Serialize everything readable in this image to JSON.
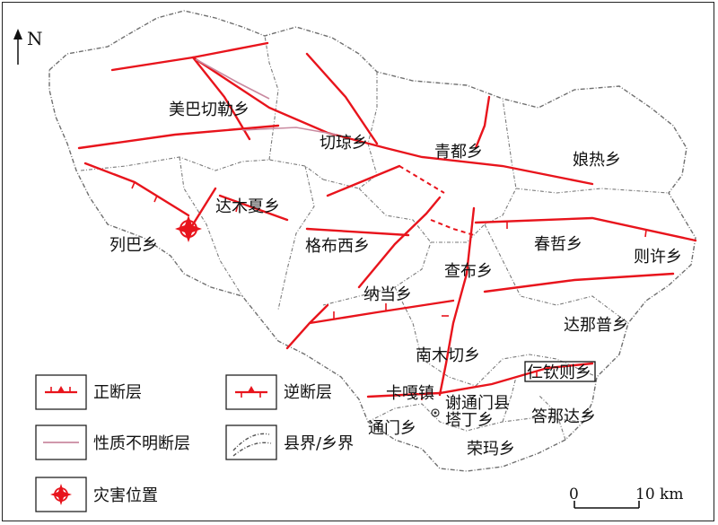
{
  "map": {
    "north_label": "N",
    "places": [
      {
        "id": "meibaqiele",
        "name": "美巴切勒乡"
      },
      {
        "id": "qieqiong",
        "name": "切琼乡"
      },
      {
        "id": "qingdu",
        "name": "青都乡"
      },
      {
        "id": "niangre",
        "name": "娘热乡"
      },
      {
        "id": "damuxia",
        "name": "达木夏乡"
      },
      {
        "id": "lieba",
        "name": "列巴乡"
      },
      {
        "id": "gebuxi",
        "name": "格布西乡"
      },
      {
        "id": "chunzhe",
        "name": "春哲乡"
      },
      {
        "id": "zexu",
        "name": "则许乡"
      },
      {
        "id": "chabu",
        "name": "查布乡"
      },
      {
        "id": "nadang",
        "name": "纳当乡"
      },
      {
        "id": "danapu",
        "name": "达那普乡"
      },
      {
        "id": "nanmuqie",
        "name": "南木切乡"
      },
      {
        "id": "kagazhen",
        "name": "卡嘎镇"
      },
      {
        "id": "xietongmen",
        "name": "谢通门县"
      },
      {
        "id": "tading",
        "name": "塔丁乡"
      },
      {
        "id": "tongmen",
        "name": "通门乡"
      },
      {
        "id": "danada",
        "name": "答那达乡"
      },
      {
        "id": "rongma",
        "name": "荣玛乡"
      },
      {
        "id": "boxed",
        "name": "仁钦则乡"
      }
    ],
    "legend": {
      "normal_fault": "正断层",
      "reverse_fault": "逆断层",
      "unknown_fault": "性质不明断层",
      "boundary": "县界/乡界",
      "disaster": "灾害位置"
    },
    "scale": {
      "start": "0",
      "end": "10 km"
    },
    "colors": {
      "fault": "#e8141c",
      "unknown_fault": "#c98aa0",
      "boundary": "#6f6f6f",
      "frame": "#222222"
    }
  }
}
